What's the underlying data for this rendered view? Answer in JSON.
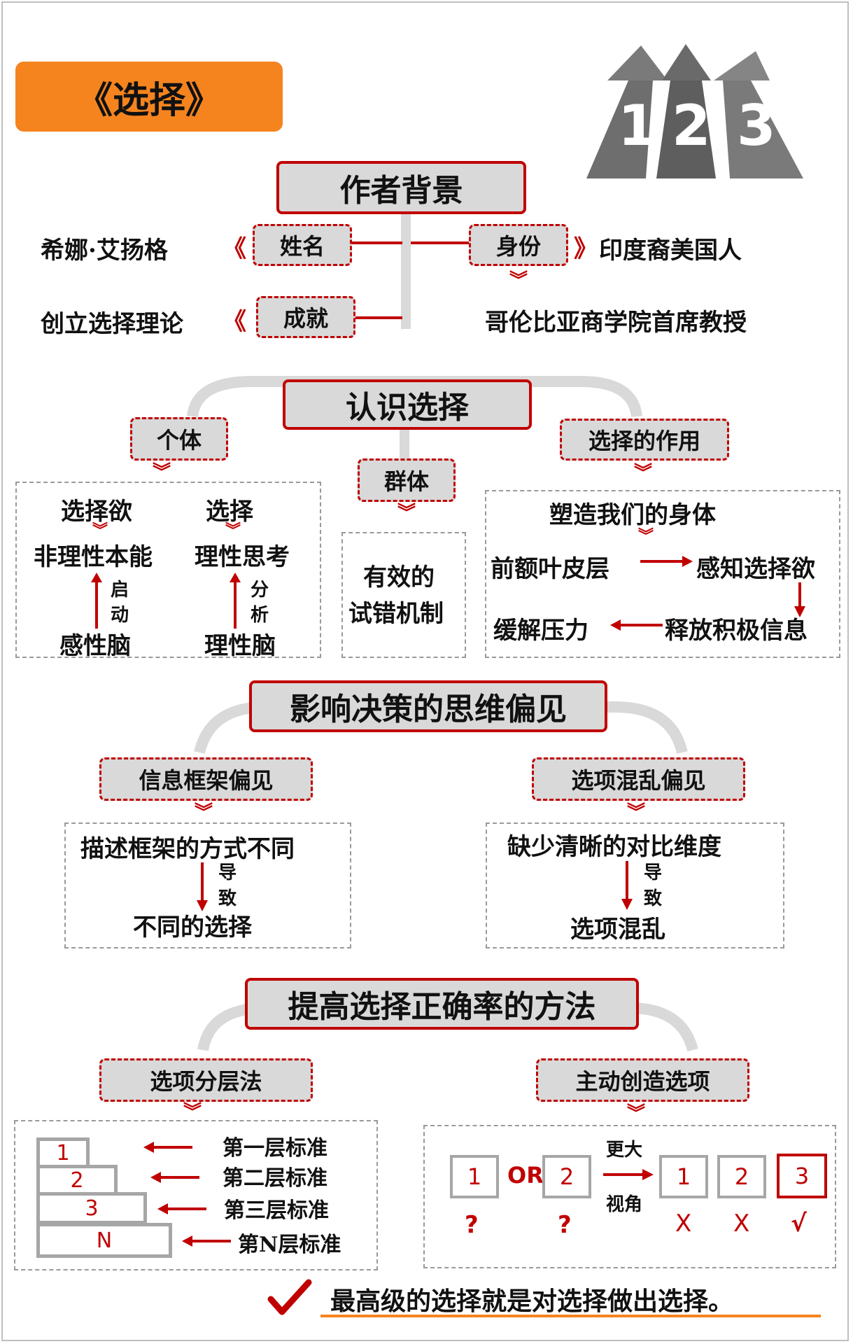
{
  "title": "《选择》",
  "logo": {
    "numbers": [
      "1",
      "2",
      "3"
    ]
  },
  "author": {
    "heading": "作者背景",
    "name_label": "姓名",
    "name_value": "希娜·艾扬格",
    "identity_label": "身份",
    "identity_value": "印度裔美国人",
    "identity_sub": "哥伦比亚商学院首席教授",
    "achievement_label": "成就",
    "achievement_value": "创立选择理论"
  },
  "understanding": {
    "heading": "认识选择",
    "individual": {
      "label": "个体",
      "col1_top": "选择欲",
      "col1_mid": "非理性本能",
      "col1_verb1": "启",
      "col1_verb2": "动",
      "col1_bottom": "感性脑",
      "col2_top": "选择",
      "col2_mid": "理性思考",
      "col2_verb1": "分",
      "col2_verb2": "析",
      "col2_bottom": "理性脑"
    },
    "group": {
      "label": "群体",
      "line1": "有效的",
      "line2": "试错机制"
    },
    "function": {
      "label": "选择的作用",
      "top": "塑造我们的身体",
      "a": "前额叶皮层",
      "b": "感知选择欲",
      "c": "释放积极信息",
      "d": "缓解压力"
    }
  },
  "bias": {
    "heading": "影响决策的思维偏见",
    "frame": {
      "label": "信息框架偏见",
      "top": "描述框架的方式不同",
      "verb1": "导",
      "verb2": "致",
      "bottom": "不同的选择"
    },
    "confusion": {
      "label": "选项混乱偏见",
      "top": "缺少清晰的对比维度",
      "verb1": "导",
      "verb2": "致",
      "bottom": "选项混乱"
    }
  },
  "methods": {
    "heading": "提高选择正确率的方法",
    "layering": {
      "label": "选项分层法",
      "steps": [
        "1",
        "2",
        "3",
        "N"
      ],
      "standards": [
        "第一层标准",
        "第二层标准",
        "第三层标准",
        "第N层标准"
      ]
    },
    "create": {
      "label": "主动创造选项",
      "left_options": [
        "1",
        "2"
      ],
      "or": "OR",
      "arrow_top": "更大",
      "arrow_bottom": "视角",
      "right_options": [
        "1",
        "2",
        "3"
      ],
      "left_marks": [
        "?",
        "?"
      ],
      "right_marks": [
        "X",
        "X",
        "√"
      ]
    }
  },
  "conclusion": "最高级的选择就是对选择做出选择。",
  "colors": {
    "accent_red": "#c00000",
    "orange": "#f5841f",
    "gray": "#d9d9d9"
  }
}
